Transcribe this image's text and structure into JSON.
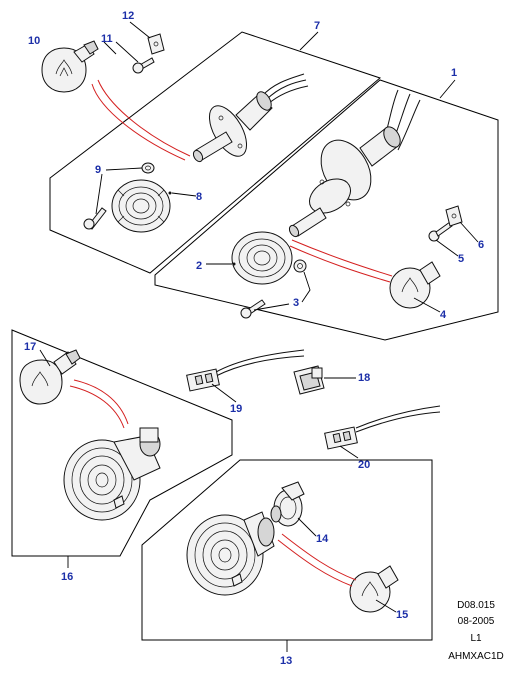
{
  "callouts": {
    "c1": "1",
    "c2": "2",
    "c3": "3",
    "c4": "4",
    "c5": "5",
    "c6": "6",
    "c7": "7",
    "c8": "8",
    "c9": "9",
    "c10": "10",
    "c11": "11",
    "c12": "12",
    "c13": "13",
    "c14": "14",
    "c15": "15",
    "c16": "16",
    "c17": "17",
    "c18": "18",
    "c19": "19",
    "c20": "20"
  },
  "footer": {
    "ref": "D08.015",
    "date": "08-2005",
    "level": "L1",
    "code": "AHMXAC1D"
  },
  "colors": {
    "callout": "#1c2fa8",
    "line": "#000000",
    "highlight": "#d42020"
  }
}
